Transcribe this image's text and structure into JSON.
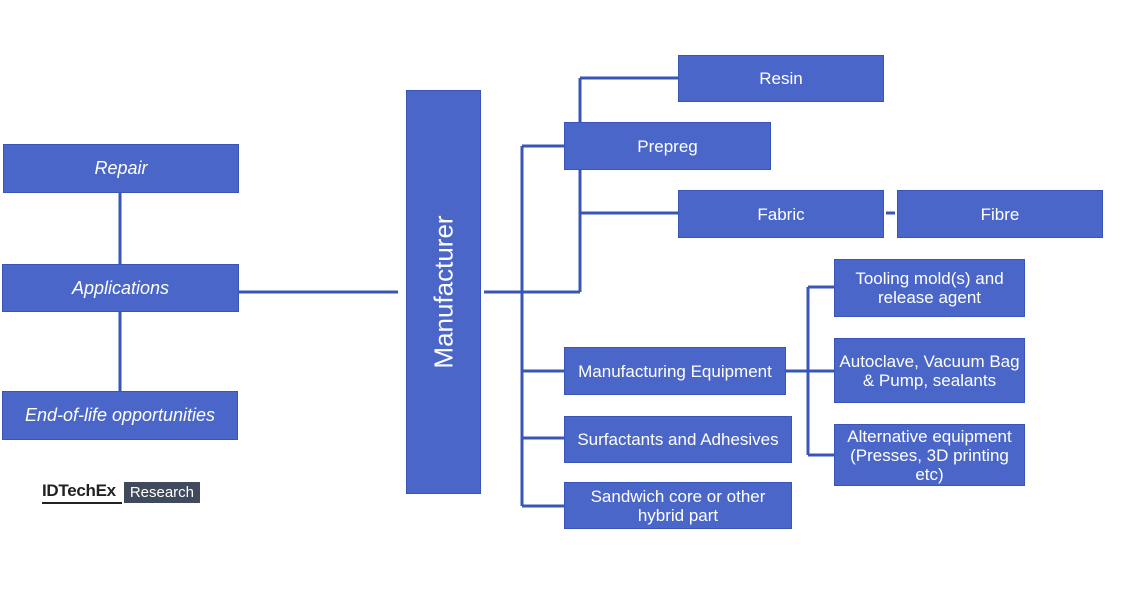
{
  "nodes": {
    "repair": "Repair",
    "applications": "Applications",
    "end_of_life": "End-of-life opportunities",
    "manufacturer": "Manufacturer",
    "resin": "Resin",
    "prepreg": "Prepreg",
    "fabric": "Fabric",
    "fibre": "Fibre",
    "manufacturing_equipment": "Manufacturing Equipment",
    "surfactants": "Surfactants and Adhesives",
    "sandwich": "Sandwich core or other hybrid part",
    "tooling": "Tooling mold(s) and release agent",
    "autoclave": "Autoclave, Vacuum Bag & Pump, sealants",
    "alternative": "Alternative equipment (Presses, 3D printing etc)"
  },
  "logo": {
    "brand": "IDTechEx",
    "tag": "Research"
  },
  "colors": {
    "box": "#4a66c8",
    "line": "#3a55b8"
  }
}
